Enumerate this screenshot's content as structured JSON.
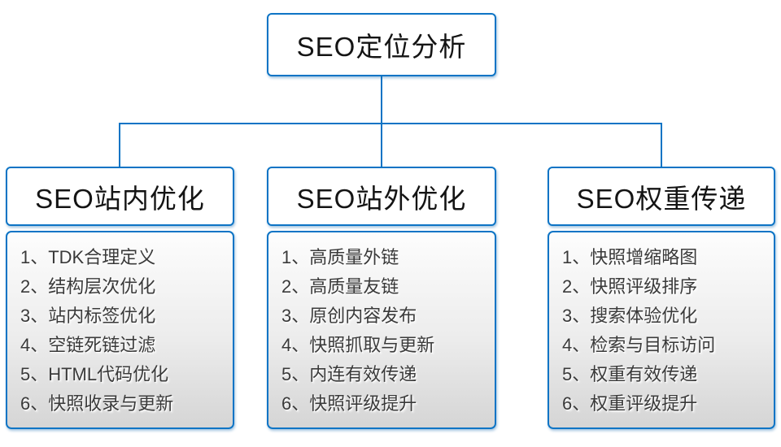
{
  "root": {
    "label": "SEO定位分析"
  },
  "branches": [
    {
      "title": "SEO站内优化",
      "items": [
        "1、TDK合理定义",
        "2、结构层次优化",
        "3、站内标签优化",
        "4、空链死链过滤",
        "5、HTML代码优化",
        "6、快照收录与更新"
      ]
    },
    {
      "title": "SEO站外优化",
      "items": [
        "1、高质量外链",
        "2、高质量友链",
        "3、原创内容发布",
        "4、快照抓取与更新",
        "5、内连有效传递",
        "6、快照评级提升"
      ]
    },
    {
      "title": "SEO权重传递",
      "items": [
        "1、快照增缩略图",
        "2、快照评级排序",
        "3、搜索体验优化",
        "4、检索与目标访问",
        "5、权重有效传递",
        "6、权重评级提升"
      ]
    }
  ],
  "colors": {
    "accent": "#0d74c5",
    "panel_gradient_top": "#fdfdfd",
    "panel_gradient_bottom": "#d5d5d5",
    "list_text": "#3a3a3a",
    "node_text": "#141414"
  }
}
